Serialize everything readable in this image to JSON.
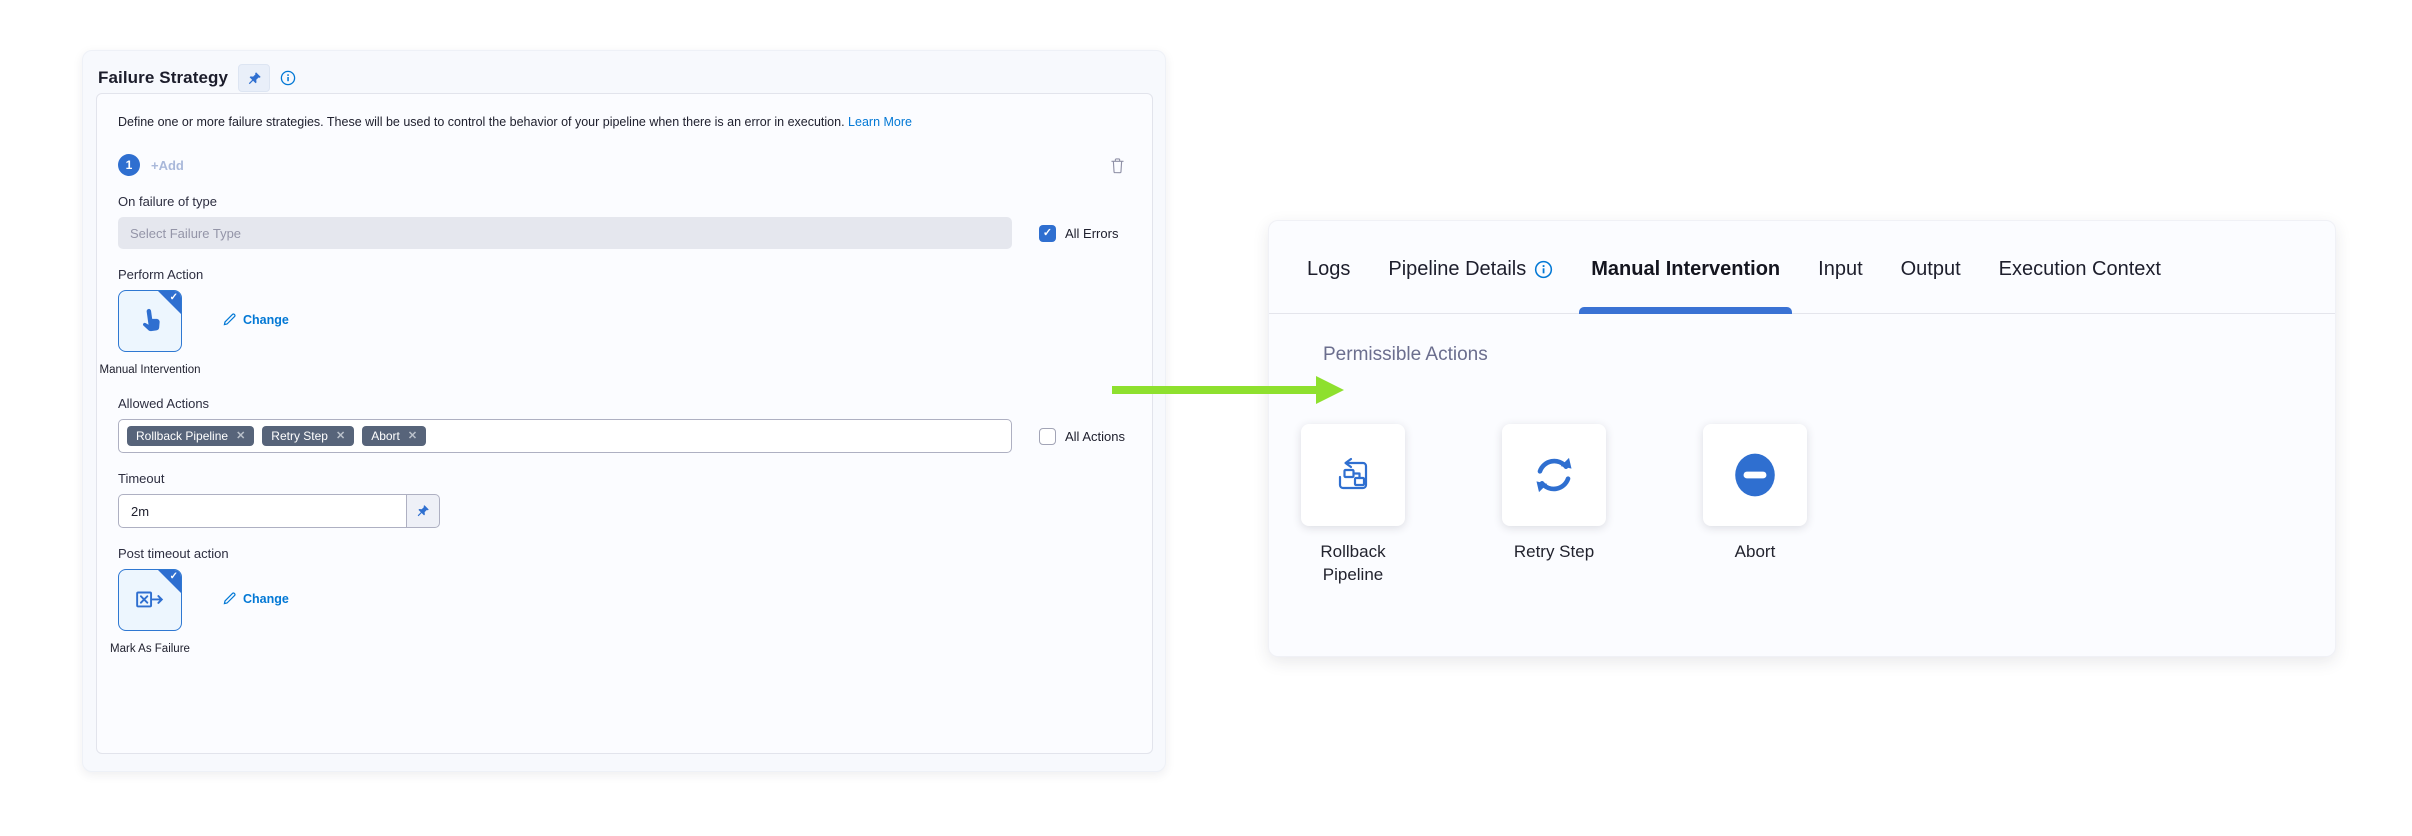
{
  "left_panel": {
    "title": "Failure Strategy",
    "description": "Define one or more failure strategies. These will be used to control the behavior of your pipeline when there is an error in execution.",
    "learn_more_label": "Learn More",
    "strategy_index": "1",
    "add_label": "+Add",
    "fields": {
      "on_failure_label": "On failure of type",
      "failure_type_placeholder": "Select Failure Type",
      "all_errors_label": "All Errors",
      "perform_action_label": "Perform Action",
      "perform_action_name": "Manual Intervention",
      "change_label": "Change",
      "allowed_actions_label": "Allowed Actions",
      "allowed_actions": [
        "Rollback Pipeline",
        "Retry Step",
        "Abort"
      ],
      "all_actions_label": "All Actions",
      "timeout_label": "Timeout",
      "timeout_value": "2m",
      "post_timeout_label": "Post timeout action",
      "post_timeout_action_name": "Mark As Failure"
    }
  },
  "right_panel": {
    "tabs": [
      {
        "label": "Logs",
        "active": false
      },
      {
        "label": "Pipeline Details",
        "active": false,
        "has_info_icon": true
      },
      {
        "label": "Manual Intervention",
        "active": true
      },
      {
        "label": "Input",
        "active": false
      },
      {
        "label": "Output",
        "active": false
      },
      {
        "label": "Execution Context",
        "active": false
      }
    ],
    "section_title": "Permissible Actions",
    "actions": [
      {
        "label": "Rollback Pipeline",
        "icon": "rollback-pipeline-icon"
      },
      {
        "label": "Retry Step",
        "icon": "retry-step-icon"
      },
      {
        "label": "Abort",
        "icon": "abort-icon"
      }
    ]
  },
  "colors": {
    "accent_blue": "#2f6fd0",
    "link_blue": "#0278d5",
    "tag_bg": "#57647a",
    "arrow_green": "#8ee02e",
    "active_tab_underline": "#3a72d4"
  }
}
